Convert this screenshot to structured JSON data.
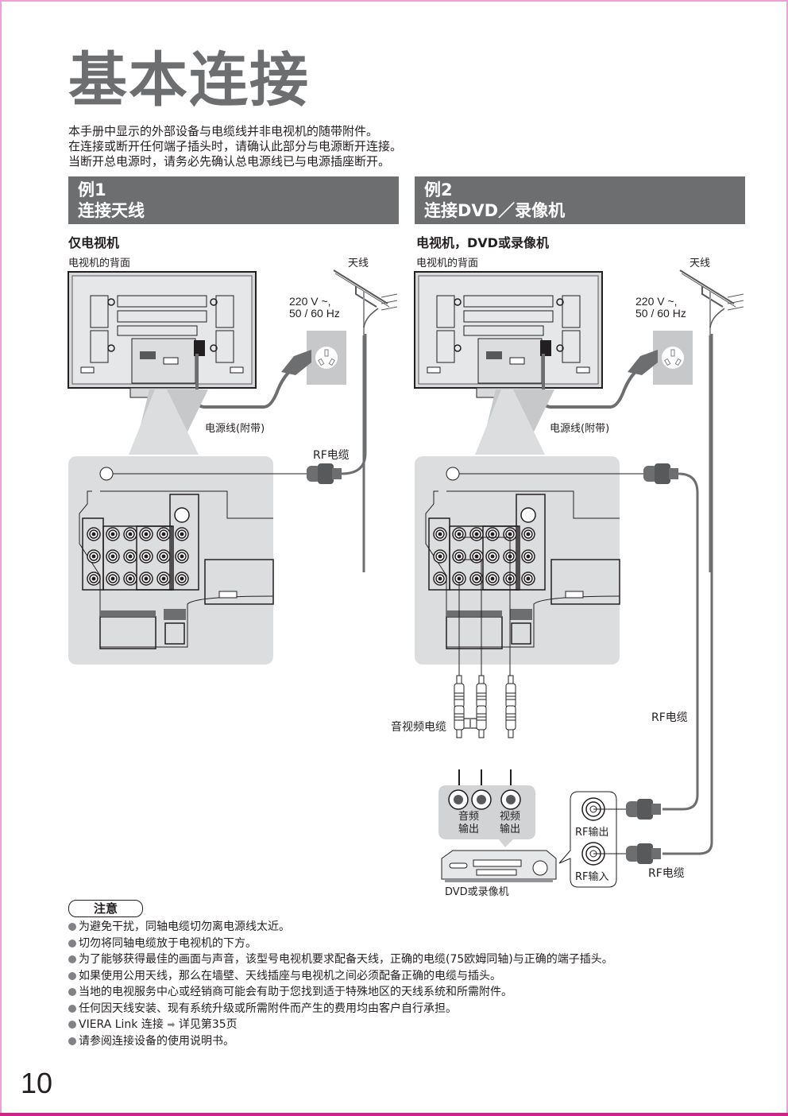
{
  "page": {
    "title": "基本连接",
    "intro": [
      "本手册中显示的外部设备与电缆线并非电视机的随带附件。",
      "在连接或断开任何端子插头时，请确认此部分与电源断开连接。",
      "当断开总电源时，请务必先确认总电源线已与电源插座断开。"
    ],
    "page_number": "10",
    "accent_color": "#d61f8a",
    "header_color": "#6d6e70"
  },
  "example1": {
    "label": "例1",
    "heading": "连接天线",
    "subtitle": "仅电视机",
    "tv_back_label": "电视机的背面",
    "antenna_label": "天线",
    "voltage_line1": "220 V ~,",
    "voltage_line2": "50 / 60 Hz",
    "power_cord_label": "电源线(附带)",
    "rf_cable_label": "RF电缆"
  },
  "example2": {
    "label": "例2",
    "heading": "连接DVD／录像机",
    "subtitle": "电视机，DVD或录像机",
    "tv_back_label": "电视机的背面",
    "antenna_label": "天线",
    "voltage_line1": "220 V ~,",
    "voltage_line2": "50 / 60 Hz",
    "power_cord_label": "电源线(附带)",
    "rf_cable_label_top": "RF电缆",
    "rf_cable_label_bottom": "RF电缆",
    "av_cable_label": "音视频电缆",
    "audio_out_line1": "音频",
    "audio_out_line2": "输出",
    "video_out_line1": "视频",
    "video_out_line2": "输出",
    "rf_out_label": "RF输出",
    "rf_in_label": "RF输入",
    "device_label": "DVD或录像机"
  },
  "caution": {
    "badge": "注意",
    "notes": [
      "为避免干扰，同轴电缆切勿离电源线太近。",
      "切勿将同轴电缆放于电视机的下方。",
      "为了能够获得最佳的画面与声音，该型号电视机要求配备天线，正确的电缆(75欧姆同轴)与正确的端子插头。",
      "如果使用公用天线，那么在墙壁、天线插座与电视机之间必须配备正确的电缆与插头。",
      "当地的电视服务中心或经销商可能会有助于您找到适于特殊地区的天线系统和所需附件。",
      "任何因天线安装、现有系统升级或所需附件而产生的费用均由客户自行承担。"
    ],
    "viera_prefix": "VIERA Link 连接",
    "viera_suffix": "详见第35页",
    "last_note": "请参阅连接设备的使用说明书。"
  }
}
